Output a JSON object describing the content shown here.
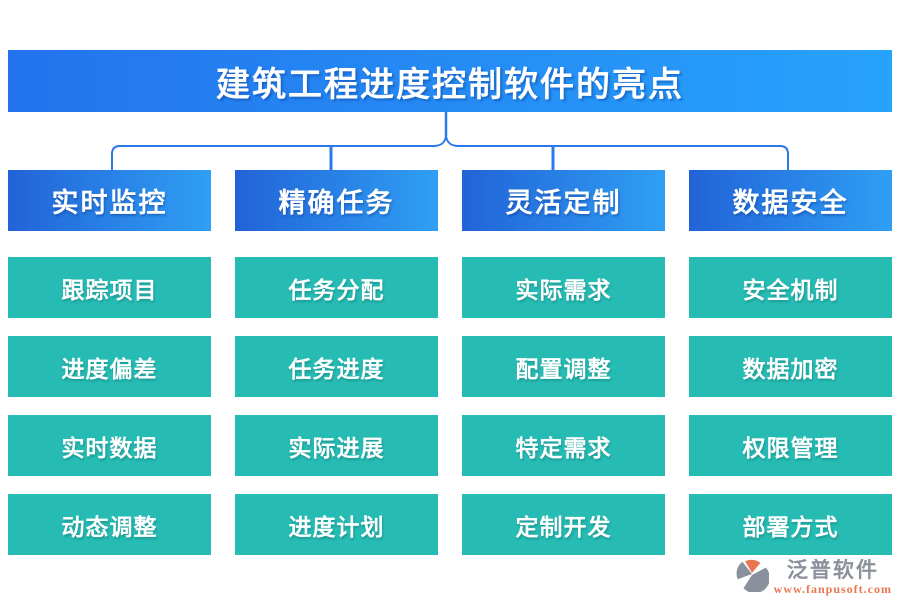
{
  "title": "建筑工程进度控制软件的亮点",
  "columns": [
    {
      "header": "实时监控",
      "items": [
        "跟踪项目",
        "进度偏差",
        "实时数据",
        "动态调整"
      ]
    },
    {
      "header": "精确任务",
      "items": [
        "任务分配",
        "任务进度",
        "实际进展",
        "进度计划"
      ]
    },
    {
      "header": "灵活定制",
      "items": [
        "实际需求",
        "配置调整",
        "特定需求",
        "定制开发"
      ]
    },
    {
      "header": "数据安全",
      "items": [
        "安全机制",
        "数据加密",
        "权限管理",
        "部署方式"
      ]
    }
  ],
  "watermark": {
    "brand": "泛普软件",
    "url": "www.fanpusoft.com",
    "logo_icon": "fanpu-logo-icon"
  },
  "colors": {
    "page_bg": "#ffffff",
    "banner_grad_left": "#2373ed",
    "banner_grad_right": "#27a3fc",
    "header_grad_left": "#2263d7",
    "header_grad_right": "#2f9ff4",
    "feature_bg": "#26bcb4",
    "connector_color": "#2b79e8",
    "brand_gray": "#8a919c",
    "brand_orange": "#e8764e"
  }
}
